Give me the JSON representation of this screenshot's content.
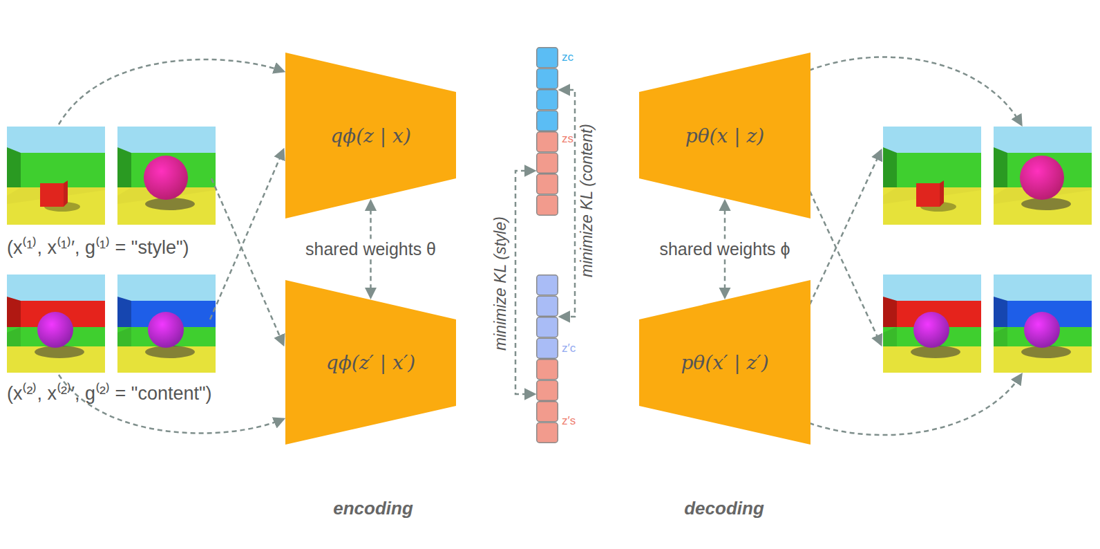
{
  "diagram": {
    "nodes": [
      {
        "text": [
          "qϕ(z | x)"
        ]
      },
      {
        "text": [
          "qϕ(z′ | x′)"
        ]
      },
      {
        "text": [
          "zc",
          "zs"
        ]
      },
      {
        "text": [
          "z′c",
          "z′s"
        ]
      },
      {
        "text": [
          "pθ(x | z)"
        ]
      },
      {
        "text": [
          "pθ(x′ | z′)"
        ]
      }
    ],
    "edges": [
      {
        "from": 0,
        "to": 1,
        "arrow": "both",
        "label": "shared weights θ"
      },
      {
        "from": 2,
        "to": 3,
        "arrow": "both",
        "label": "minimize KL (content)"
      },
      {
        "from": 2,
        "to": 3,
        "arrow": "both",
        "label": "minimize KL (style)"
      },
      {
        "from": 4,
        "to": 5,
        "arrow": "both",
        "label": "shared weights ϕ"
      }
    ],
    "labels": [
      "(x⁽¹⁾, x⁽¹⁾′, g⁽¹⁾ = \"style\")",
      "(x⁽²⁾, x⁽²⁾′, g⁽²⁾ = \"content\")",
      "encoding",
      "decoding"
    ]
  }
}
